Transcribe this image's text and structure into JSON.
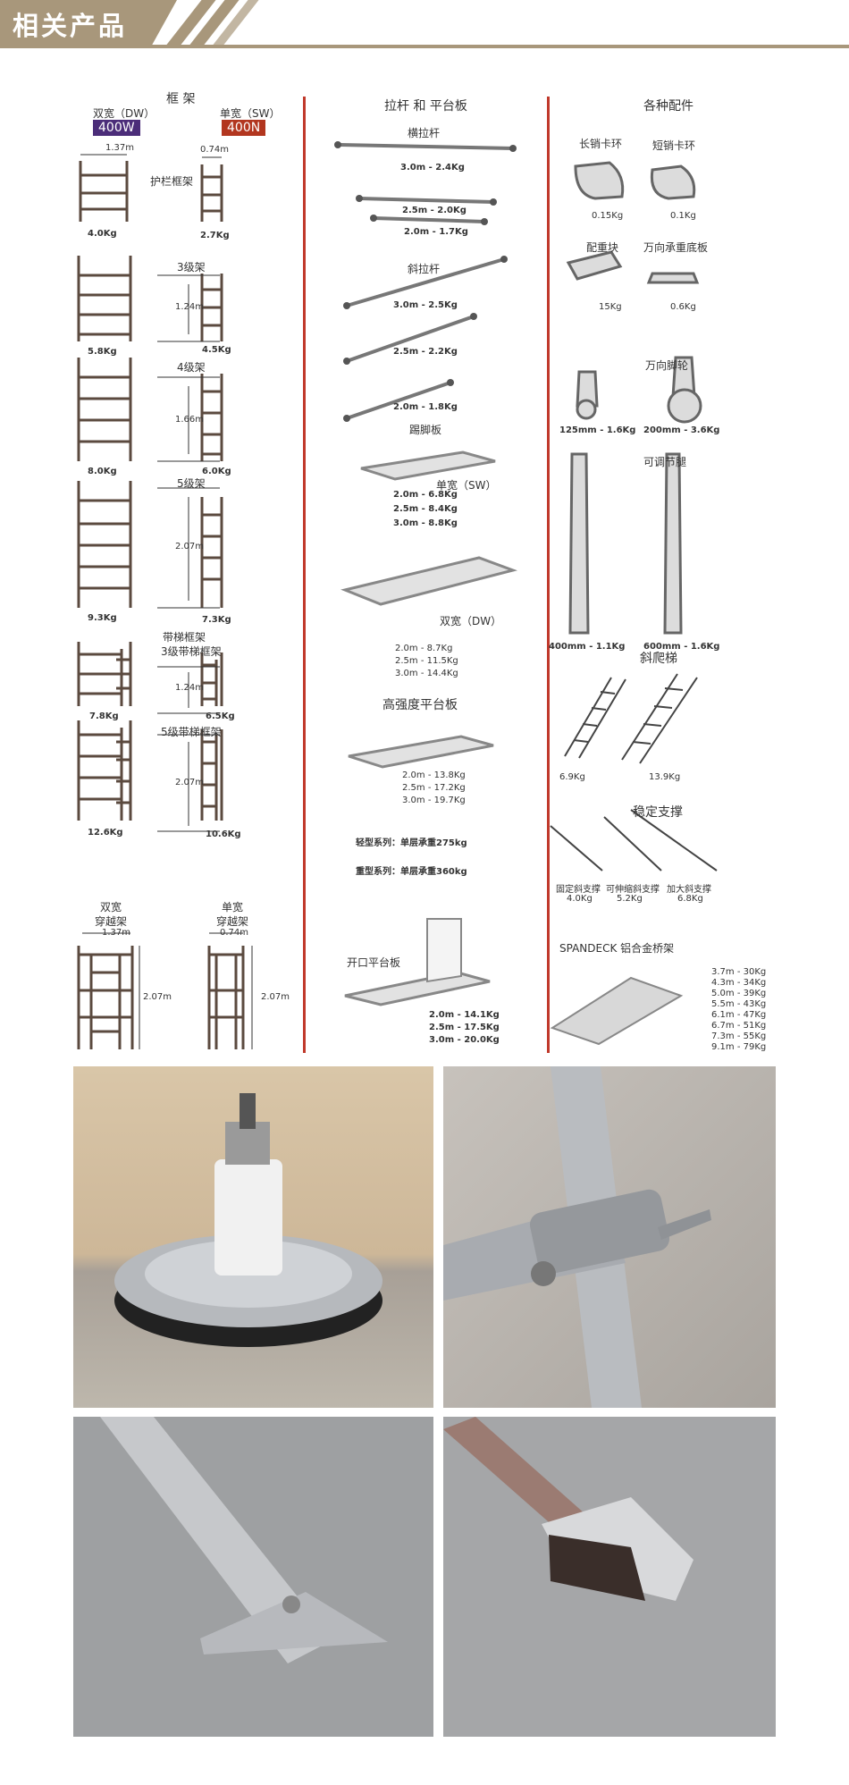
{
  "header": {
    "title": "相关产品"
  },
  "col1": {
    "heading": "框 架",
    "dw_label": "双宽（DW）",
    "dw_badge": "400W",
    "sw_label": "单宽（SW）",
    "sw_badge": "400N",
    "guard_frame": "护栏框架",
    "dw_width": "1.37m",
    "sw_width": "0.74m",
    "w1a": "4.0Kg",
    "w1b": "2.7Kg",
    "lvl3": "3级架",
    "h3": "1.24m",
    "w3a": "5.8Kg",
    "w3b": "4.5Kg",
    "lvl4": "4级架",
    "h4": "1.66m",
    "w4a": "8.0Kg",
    "w4b": "6.0Kg",
    "lvl5": "5级架",
    "h5": "2.07m",
    "w5a": "9.3Kg",
    "w5b": "7.3Kg",
    "ladder1": "带梯框架",
    "ladder2": "3级带梯框架",
    "hl3": "1.24m",
    "wl3a": "7.8Kg",
    "wl3b": "6.5Kg",
    "ladder5": "5级带梯框架",
    "hl5": "2.07m",
    "wl5a": "12.6Kg",
    "wl5b": "10.6Kg",
    "dw_cross1": "双宽",
    "dw_cross2": "穿越架",
    "dw_cross_w": "1.37m",
    "dw_cross_h": "2.07m",
    "sw_cross1": "单宽",
    "sw_cross2": "穿越架",
    "sw_cross_w": "0.74m",
    "sw_cross_h": "2.07m"
  },
  "col2": {
    "heading": "拉杆 和 平台板",
    "hbrace": "横拉杆",
    "hb1": "3.0m - 2.4Kg",
    "hb2": "2.5m - 2.0Kg",
    "hb3": "2.0m - 1.7Kg",
    "dbrace": "斜拉杆",
    "db1": "3.0m - 2.5Kg",
    "db2": "2.5m - 2.2Kg",
    "db3": "2.0m - 1.8Kg",
    "toeboard": "踢脚板",
    "sw": "单宽（SW）",
    "tb1": "2.0m - 6.8Kg",
    "tb2": "2.5m - 8.4Kg",
    "tb3": "3.0m - 8.8Kg",
    "dw": "双宽（DW）",
    "dw1": "2.0m - 8.7Kg",
    "dw2": "2.5m - 11.5Kg",
    "dw3": "3.0m - 14.4Kg",
    "hs": "高强度平台板",
    "hs1": "2.0m - 13.8Kg",
    "hs2": "2.5m - 17.2Kg",
    "hs3": "3.0m - 19.7Kg",
    "light": "轻型系列：单层承重275kg",
    "heavy": "重型系列：单层承重360kg",
    "hatch": "开口平台板",
    "op1": "2.0m - 14.1Kg",
    "op2": "2.5m - 17.5Kg",
    "op3": "3.0m - 20.0Kg"
  },
  "col3": {
    "heading": "各种配件",
    "long_clip": "长销卡环",
    "short_clip": "短销卡环",
    "lc_w": "0.15Kg",
    "sc_w": "0.1Kg",
    "weight": "配重块",
    "base": "万向承重底板",
    "wt_w": "15Kg",
    "base_w": "0.6Kg",
    "caster": "万向脚轮",
    "c1": "125mm - 1.6Kg",
    "c2": "200mm - 3.6Kg",
    "leg": "可调节腿",
    "l1": "400mm - 1.1Kg",
    "l2": "600mm - 1.6Kg",
    "ladder": "斜爬梯",
    "la1": "6.9Kg",
    "la2": "13.9Kg",
    "stab": "稳定支撑",
    "s1": "固定斜支撑",
    "s1w": "4.0Kg",
    "s2": "可伸缩斜支撑",
    "s2w": "5.2Kg",
    "s3": "加大斜支撑",
    "s3w": "6.8Kg",
    "spandeck": "SPANDECK 铝合金桥架",
    "sp": [
      "3.7m - 30Kg",
      "4.3m - 34Kg",
      "5.0m - 39Kg",
      "5.5m - 43Kg",
      "6.1m - 47Kg",
      "6.7m - 51Kg",
      "7.3m - 55Kg",
      "9.1m - 79Kg"
    ]
  },
  "colors": {
    "header": "#a8977b",
    "divider": "#c0392b",
    "frame": "#5b4a3f"
  }
}
